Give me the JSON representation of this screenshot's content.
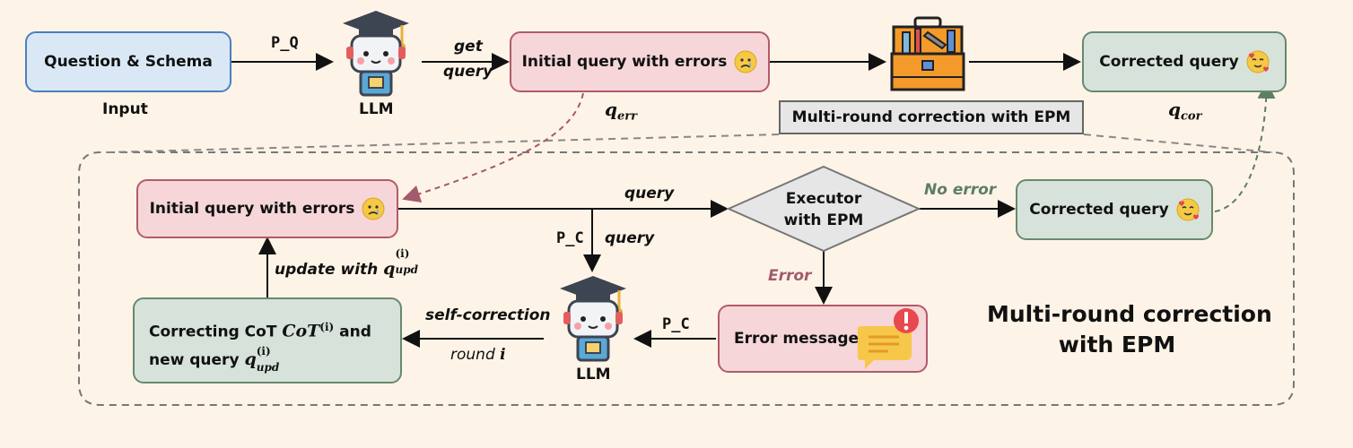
{
  "top": {
    "input_box": "Question & Schema",
    "input_caption": "Input",
    "pq_label": "P_Q",
    "llm_caption": "LLM",
    "get_query_1": "get",
    "get_query_2": "query",
    "initial_box": "Initial query with errors",
    "q_err_base": "q",
    "q_err_sub": "err",
    "tool_caption": "Multi-round correction with EPM",
    "corrected_box": "Corrected query",
    "q_cor_base": "q",
    "q_cor_sub": "cor"
  },
  "detail": {
    "initial_box": "Initial query with errors",
    "query_label": "query",
    "executor_line1": "Executor",
    "executor_line2": "with EPM",
    "no_error": "No error",
    "error": "Error",
    "corrected_box": "Corrected query",
    "pc_label_1": "P_C",
    "query_label_2": "query",
    "update_prefix": "update with ",
    "update_q": "q",
    "update_sup": "(i)",
    "update_sub": "upd",
    "cot_line1_prefix": "Correcting CoT ",
    "cot_math": "CoT",
    "cot_sup": "(i)",
    "cot_line1_suffix": " and",
    "cot_line2_prefix": "new query ",
    "cot_q": "q",
    "cot_q_sup": "(i)",
    "cot_q_sub": "upd",
    "self_correction": "self-correction",
    "round_prefix": "round ",
    "round_var": "i",
    "llm_caption": "LLM",
    "pc_label_2": "P_C",
    "error_message": "Error message",
    "region_title_1": "Multi-round correction",
    "region_title_2": "with EPM"
  },
  "colors": {
    "background": "#fdf4e7",
    "blue_fill": "#dae8f5",
    "pink_fill": "#f6d6d9",
    "green_fill": "#d7e3da",
    "error_red": "#a35a6c",
    "no_error_green": "#5d7d64"
  }
}
